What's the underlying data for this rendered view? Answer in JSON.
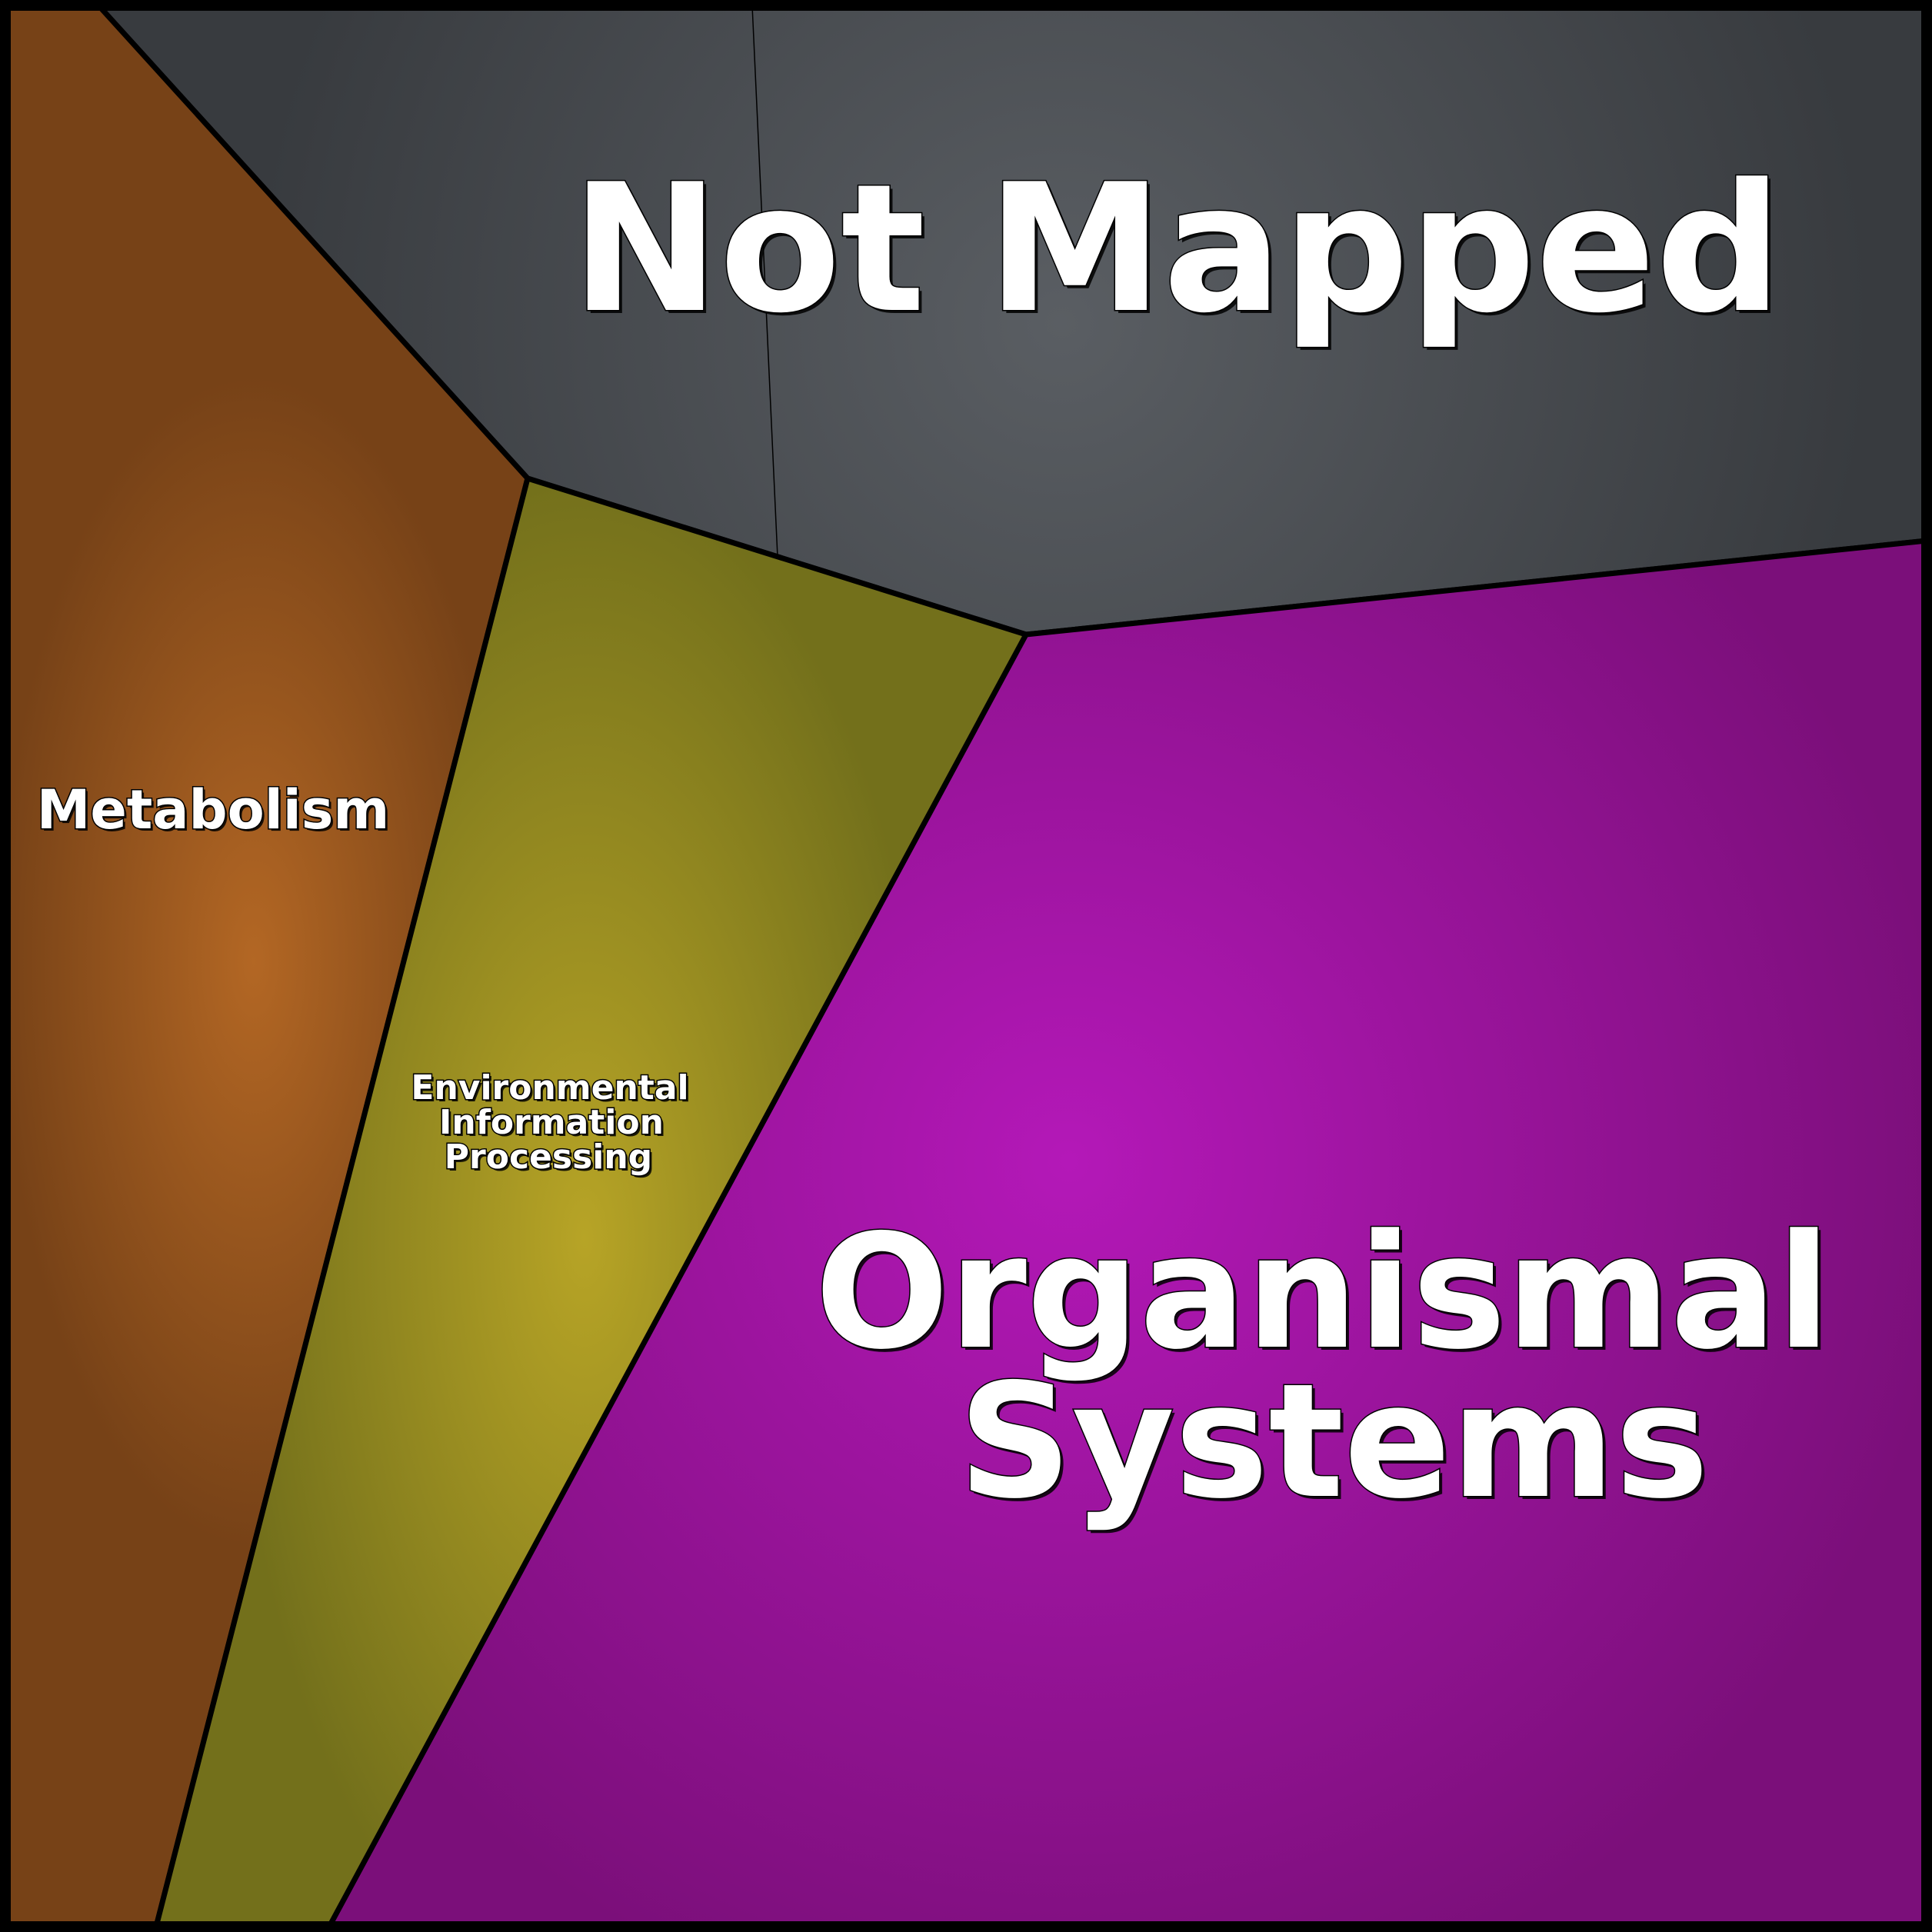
{
  "diagram": {
    "type": "voronoi-treemap",
    "colors": {
      "border": "#000000",
      "label_text": "#ffffff"
    },
    "cells": [
      {
        "id": "not-mapped",
        "label_lines": [
          "Not Mapped"
        ],
        "color_center": "#5a5e63",
        "color_edge": "#383b3f"
      },
      {
        "id": "organismal-systems",
        "label_lines": [
          "Organismal",
          "Systems"
        ],
        "color_center": "#b418b8",
        "color_edge": "#7b0f7a"
      },
      {
        "id": "metabolism",
        "label_lines": [
          "Metabolism"
        ],
        "color_center": "#b36724",
        "color_edge": "#774217"
      },
      {
        "id": "environmental-information-processing",
        "label_lines": [
          "Environmental",
          "Information",
          "Processing"
        ],
        "color_center": "#b7a426",
        "color_edge": "#73701b"
      }
    ]
  }
}
